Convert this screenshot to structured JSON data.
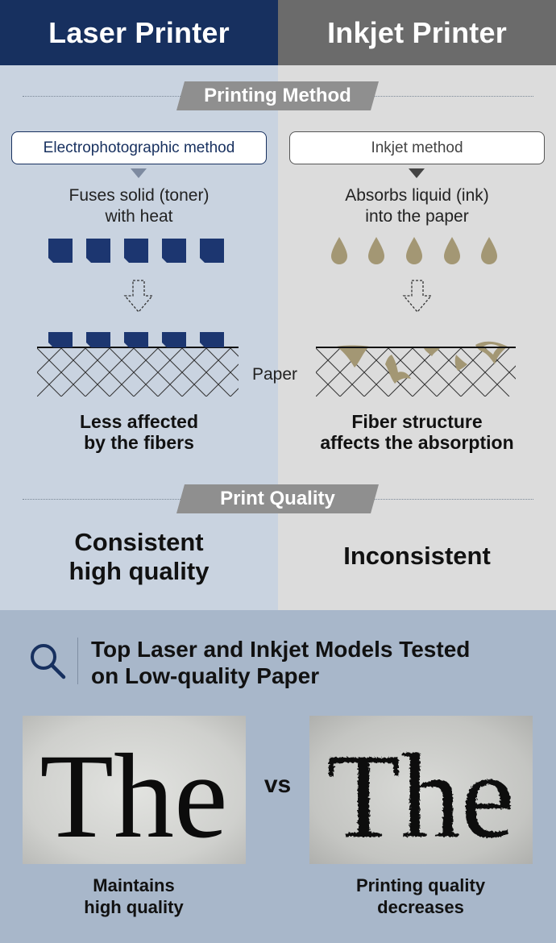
{
  "header": {
    "left_title": "Laser Printer",
    "right_title": "Inkjet Printer"
  },
  "sections": {
    "method_title": "Printing Method",
    "quality_title": "Print Quality"
  },
  "laser": {
    "method": "Electrophotographic method",
    "description": "Fuses solid (toner)\nwith heat",
    "result": "Less affected\nby the fibers",
    "quality": "Consistent\nhigh quality",
    "caption": "Maintains\nhigh quality",
    "sample_text": "The"
  },
  "inkjet": {
    "method": "Inkjet method",
    "description": "Absorbs liquid (ink)\ninto the paper",
    "result": "Fiber structure\naffects the absorption",
    "quality": "Inconsistent",
    "caption": "Printing quality\ndecreases",
    "sample_text": "The"
  },
  "paper_label": "Paper",
  "bottom": {
    "title": "Top Laser and Inkjet Models Tested\non Low-quality Paper",
    "vs": "vs"
  },
  "colors": {
    "laser_navy": "#17305f",
    "inkjet_gray": "#6b6b6b",
    "toner": "#1c3670",
    "ink": "#a39774",
    "left_bg": "#c9d3e0",
    "right_bg": "#dcdcdc",
    "bottom_bg": "#a8b7ca"
  },
  "icons": {
    "search": "magnifier-icon",
    "down_arrow": "dashed-down-arrow-icon",
    "toner_particle": "toner-block-icon",
    "ink_drop": "ink-drop-icon"
  }
}
